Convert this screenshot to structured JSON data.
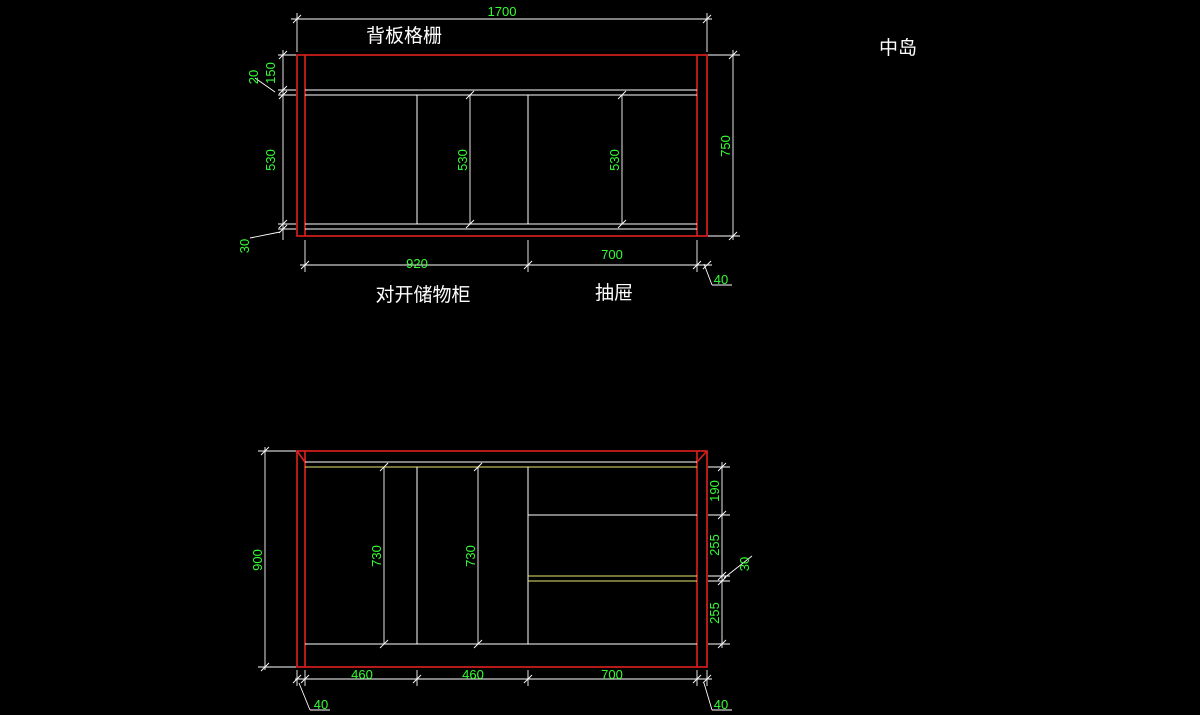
{
  "labels": {
    "top_title": "背板格栅",
    "island": "中岛",
    "cabinet": "对开储物柜",
    "drawer": "抽屉"
  },
  "dims": {
    "total_width": "1700",
    "top_20": "20",
    "top_150": "150",
    "left_530": "530",
    "bottom_30": "30",
    "mid_530_a": "530",
    "mid_530_b": "530",
    "height_750": "750",
    "w_920": "920",
    "w_700": "700",
    "side_40": "40",
    "height_900": "900",
    "d730_a": "730",
    "d730_b": "730",
    "r190": "190",
    "r255_a": "255",
    "r30": "30",
    "r255_b": "255",
    "b460_a": "460",
    "b460_b": "460",
    "b700": "700",
    "b40_left": "40",
    "b40_right": "40"
  },
  "colors": {
    "background": "#000000",
    "outline": "#e0201e",
    "lines": "#ffffff",
    "dimension_text": "#33ff33",
    "accent_yellow": "#e8e870"
  }
}
